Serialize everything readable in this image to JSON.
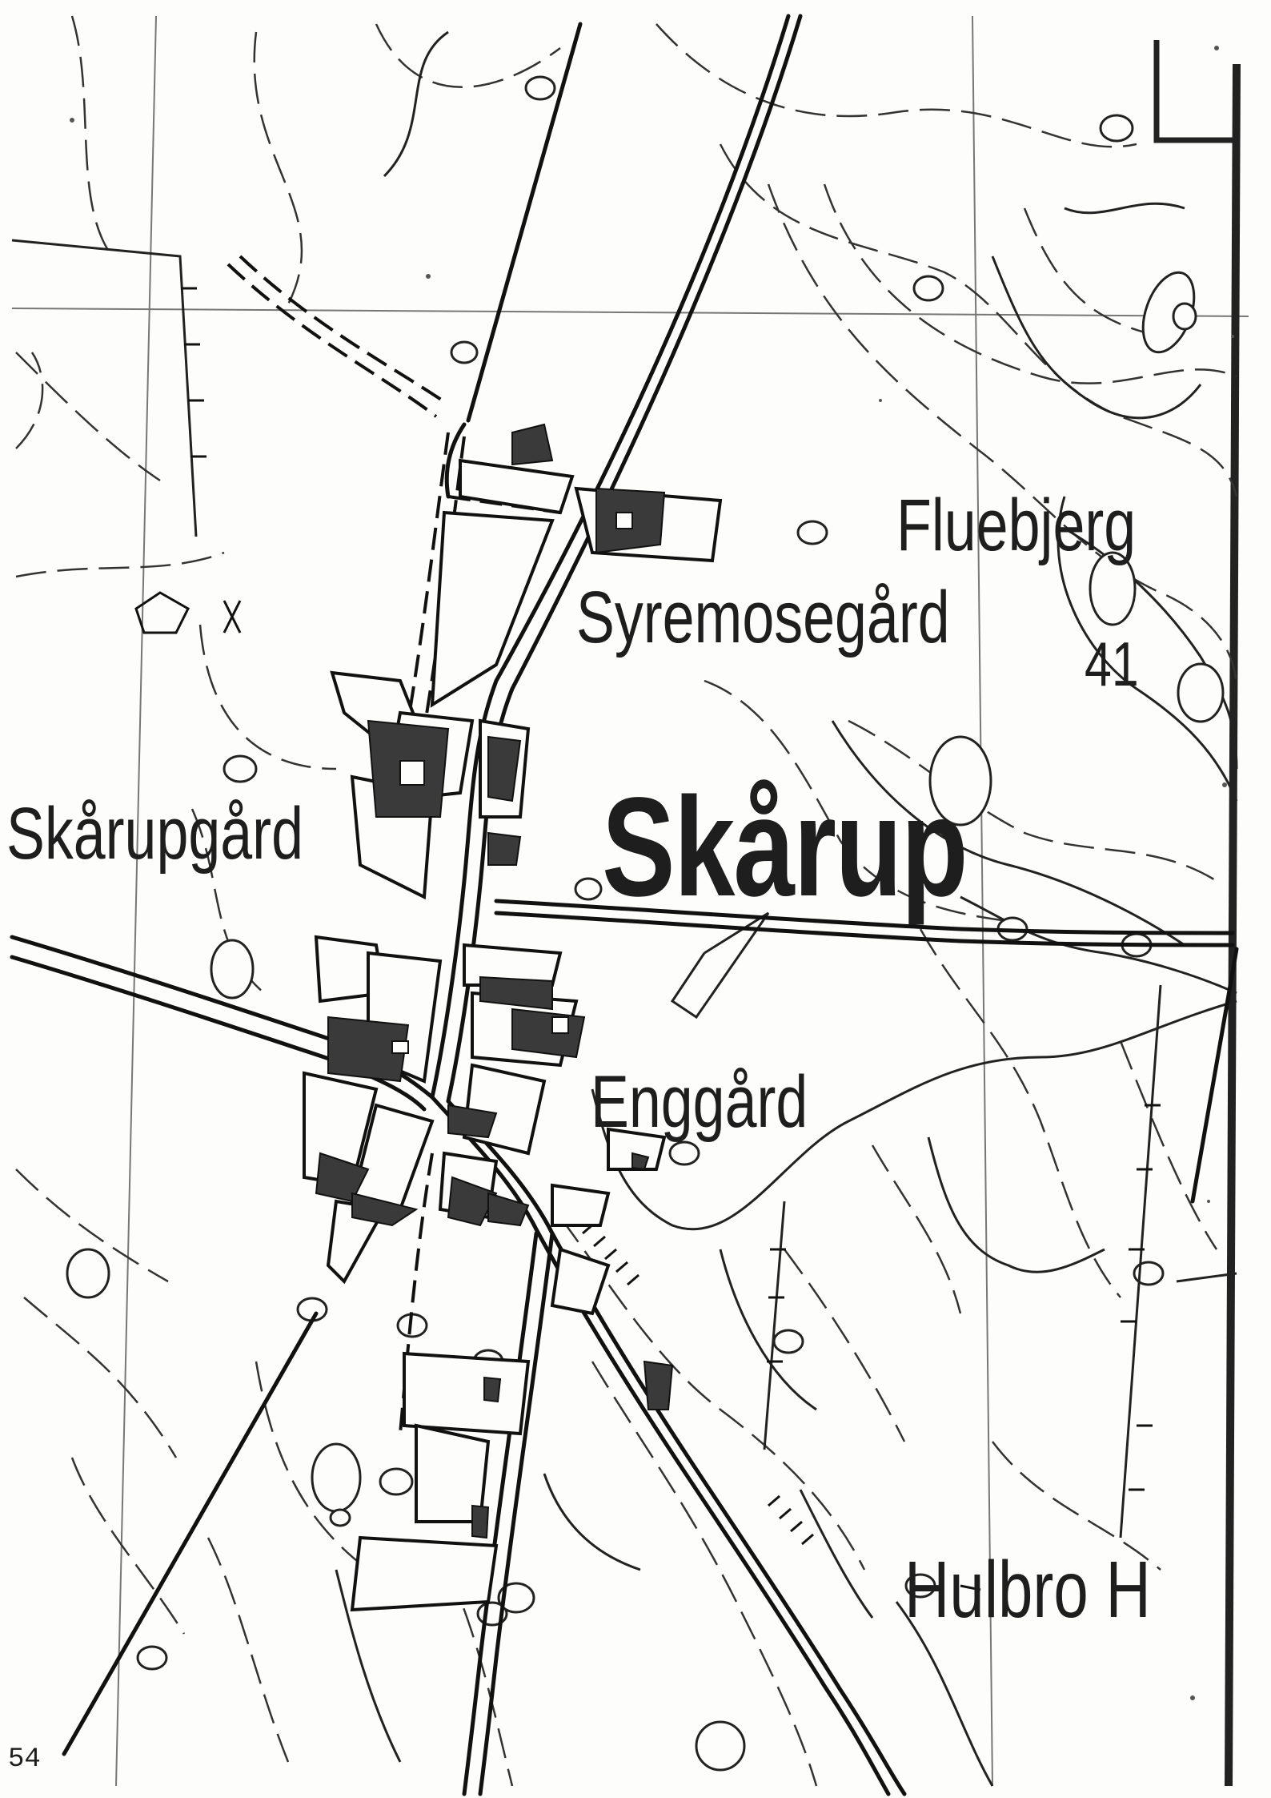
{
  "map": {
    "labels": {
      "fluebjerg": "Fluebjerg",
      "syremosegard": "Syremosegård",
      "num41": "41",
      "skarup": "Skårup",
      "skarupgard": "Skårupgård",
      "enggard": "Enggård",
      "hulbro": "Hulbro H"
    },
    "page_number": "54",
    "colors": {
      "ink": "#1e1e1e",
      "paper": "#fdfdfb",
      "building": "#3a3a3a"
    }
  }
}
